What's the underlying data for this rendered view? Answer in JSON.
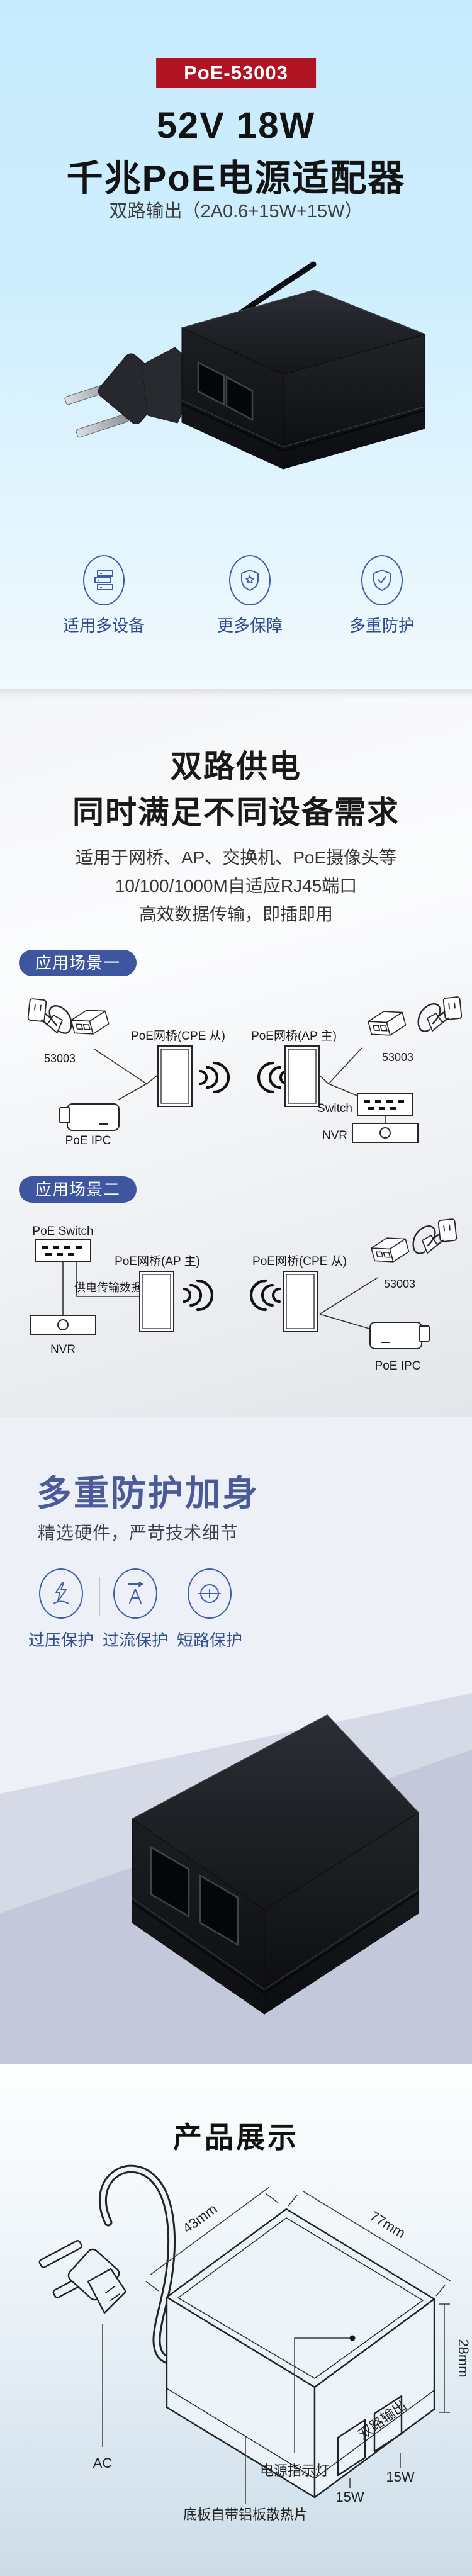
{
  "hero": {
    "model_badge": "PoE-53003",
    "title_line1": "52V 18W",
    "title_line2": "千兆PoE电源适配器",
    "subtitle": "双路输出（2A0.6+15W+15W）",
    "features": [
      {
        "label": "适用多设备",
        "icon": "stacked-devices-icon"
      },
      {
        "label": "更多保障",
        "icon": "shield-star-icon"
      },
      {
        "label": "多重防护",
        "icon": "shield-check-icon"
      }
    ]
  },
  "dual_power": {
    "heading_line1": "双路供电",
    "heading_line2": "同时满足不同设备需求",
    "desc_line1": "适用于网桥、AP、交换机、PoE摄像头等",
    "desc_line2": "10/100/1000M自适应RJ45端口",
    "desc_line3": "高效数据传输，即插即用",
    "scenario1": {
      "badge": "应用场景一",
      "labels": {
        "psu_left": "53003",
        "cpe": "PoE网桥(CPE 从)",
        "ap": "PoE网桥(AP 主)",
        "psu_right": "53003",
        "switch": "Switch",
        "nvr": "NVR",
        "camera": "PoE IPC"
      }
    },
    "scenario2": {
      "badge": "应用场景二",
      "labels": {
        "poe_switch": "PoE Switch",
        "nvr": "NVR",
        "power_data": "供电传输数据",
        "ap": "PoE网桥(AP 主)",
        "cpe": "PoE网桥(CPE 从)",
        "psu": "53003",
        "camera": "PoE IPC"
      }
    }
  },
  "protection": {
    "title": "多重防护加身",
    "subtitle": "精选硬件，严苛技术细节",
    "items": [
      {
        "label": "过压保护",
        "icon": "overvoltage-icon"
      },
      {
        "label": "过流保护",
        "icon": "overcurrent-icon"
      },
      {
        "label": "短路保护",
        "icon": "short-circuit-icon"
      }
    ]
  },
  "showcase": {
    "title": "产品展示",
    "dimensions": {
      "width": "43mm",
      "length": "77mm",
      "height": "28mm"
    },
    "callouts": {
      "ac": "AC",
      "led": "电源指示灯",
      "port1_power": "15W",
      "port2_power": "15W",
      "dual_output": "双路输出",
      "heatsink": "底板自带铝板散热片"
    }
  },
  "colors": {
    "accent_red": "#b01322",
    "navy": "#3e56a0",
    "feat_blue": "#3f5dab",
    "feat_text": "#2e4a90",
    "prot_title": "#4b5b9a",
    "prot_text": "#31508f"
  }
}
